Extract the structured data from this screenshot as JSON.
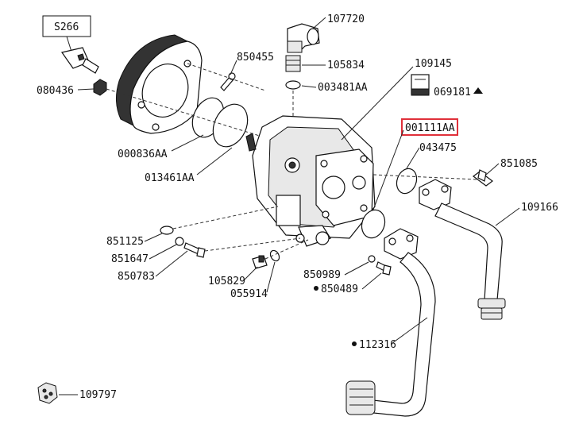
{
  "diagram": {
    "labels": {
      "s266": "S266",
      "p107720": "107720",
      "p850455": "850455",
      "p109145": "109145",
      "p105834": "105834",
      "p080436": "080436",
      "p003481AA": "003481AA",
      "p069181": "069181",
      "p001111AA": "001111AA",
      "p043475": "043475",
      "p000836AA": "000836AA",
      "p851085": "851085",
      "p013461AA": "013461AA",
      "p109166": "109166",
      "p851125": "851125",
      "p851647": "851647",
      "p850783": "850783",
      "p850989": "850989",
      "p105829": "105829",
      "p850489": "850489",
      "p055914": "055914",
      "p112316": "112316",
      "p109797": "109797"
    },
    "highlight_color": "#e0303a",
    "marker_triangle": "triangle-marker-icon",
    "marker_dot": "dot-marker-icon"
  }
}
